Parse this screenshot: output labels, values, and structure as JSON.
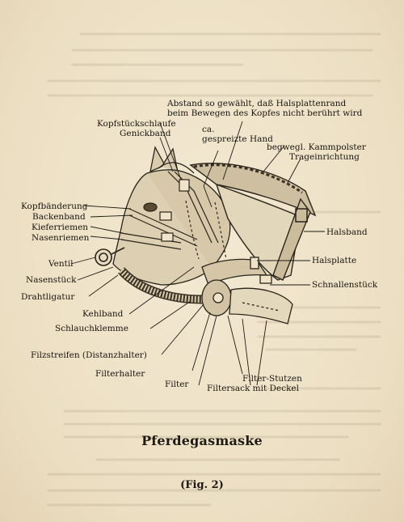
{
  "labels": {
    "abstand_line1": "Abstand so gewählt, daß Halsplattenrand",
    "abstand_line2": "beim Bewegen des Kopfes nicht berührt wird",
    "kopfstueckschlaufe": "Kopfstückschlaufe",
    "genickband": "Genickband",
    "ca": "ca.",
    "gespreizte_hand": "gespreizte Hand",
    "kammpolster": "begwegl. Kammpolster",
    "trageinrichtung": "Trageinrichtung",
    "kopfbaenderung": "Kopfbänderung",
    "backenband": "Backenband",
    "kieferriemen": "Kieferriemen",
    "nasenriemen": "Nasenriemen",
    "halsband": "Halsband",
    "ventil": "Ventil",
    "halsplatte": "Halsplatte",
    "nasenstueck": "Nasenstück",
    "schnallenstueck": "Schnallenstück",
    "drahtligatur": "Drahtligatur",
    "kehlband": "Kehlband",
    "schlauchklemme": "Schlauchklemme",
    "filzstreifen": "Filzstreifen (Distanzhalter)",
    "filterhalter": "Filterhalter",
    "filter": "Filter",
    "filter_stutzen": "Filter-Stutzen",
    "filtersack": "Filtersack mit Deckel"
  },
  "caption": {
    "title": "Pferdegasmaske",
    "figure": "(Fig. 2)"
  }
}
